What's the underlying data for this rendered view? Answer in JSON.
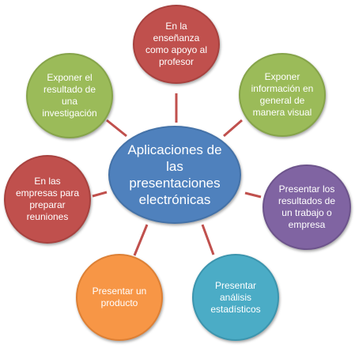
{
  "diagram": {
    "center": {
      "label": "Aplicaciones  de las presentaciones electrónicas",
      "color": "#4f81bd",
      "border": "#4472a8"
    },
    "nodes": [
      {
        "label": "En la enseñanza como apoyo al profesor",
        "color": "#c0504d",
        "border": "#a8423f"
      },
      {
        "label": "Exponer información en general de manera visual",
        "color": "#9bbb59",
        "border": "#86a44a"
      },
      {
        "label": "Presentar los resultados de un trabajo o empresa",
        "color": "#8064a2",
        "border": "#6d548c"
      },
      {
        "label": "Presentar análisis estadísticos",
        "color": "#4bacc6",
        "border": "#3c95ae"
      },
      {
        "label": "Presentar un producto",
        "color": "#f79646",
        "border": "#dd8035"
      },
      {
        "label": "En las empresas para preparar reuniones",
        "color": "#c0504d",
        "border": "#a8423f"
      },
      {
        "label": "Exponer el resultado de una investigación",
        "color": "#9bbb59",
        "border": "#86a44a"
      }
    ],
    "connector_color": "#c0504d"
  }
}
